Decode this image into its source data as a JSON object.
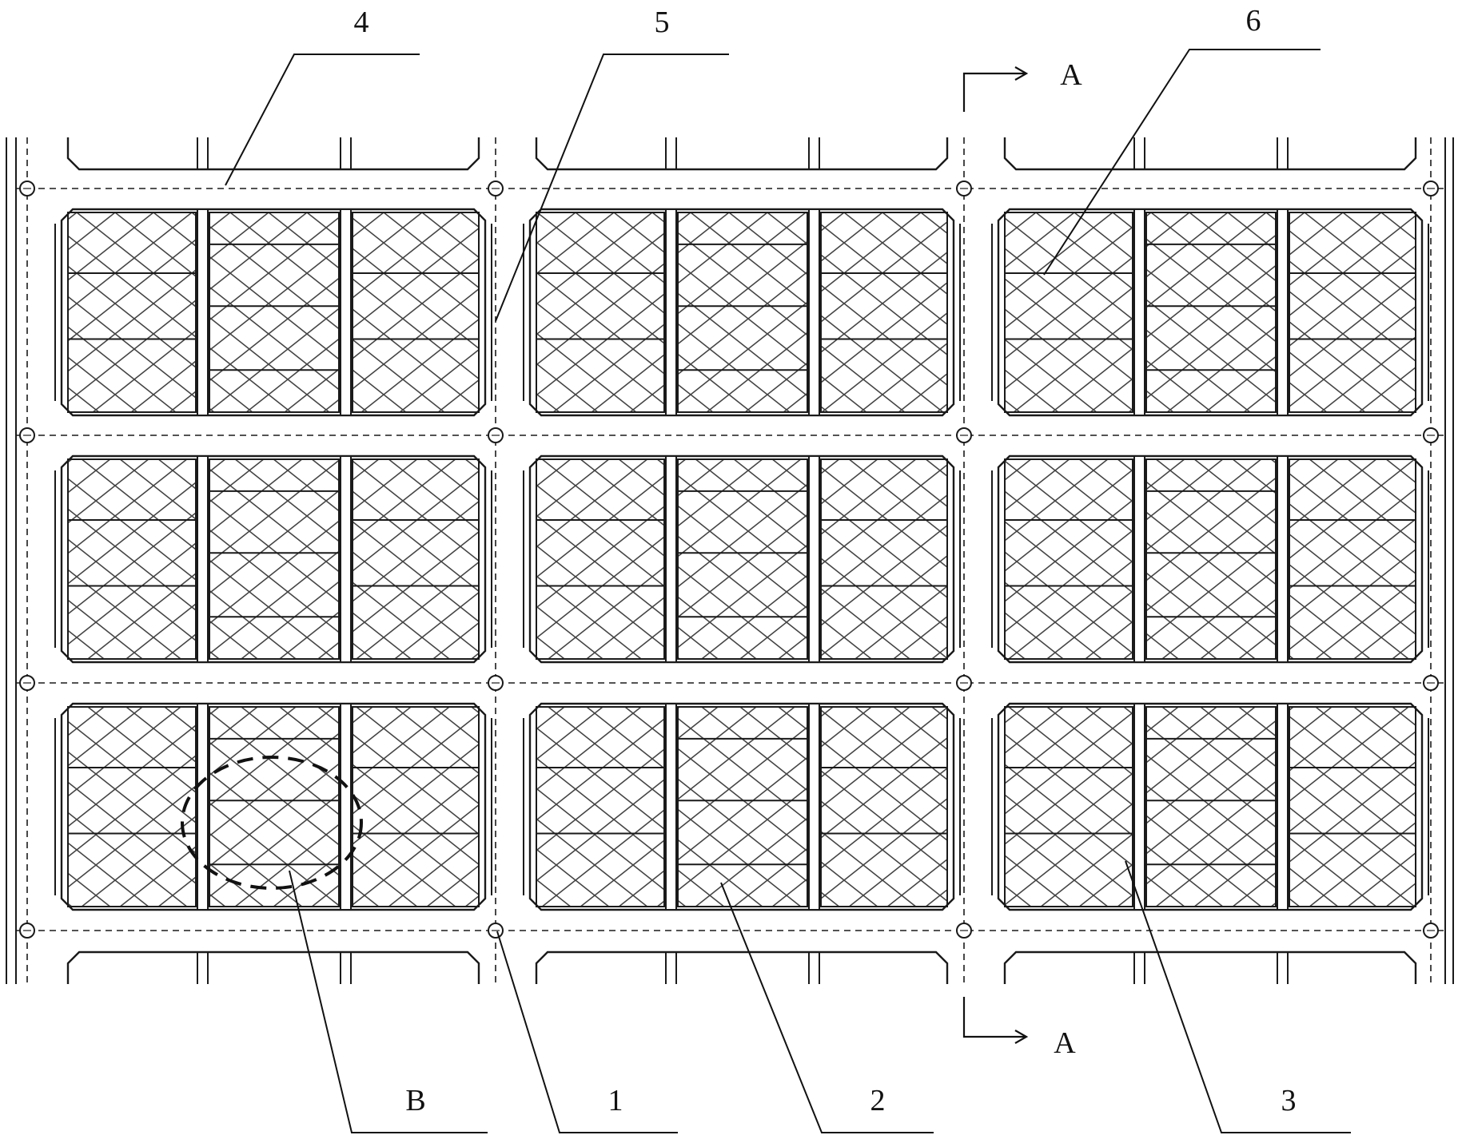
{
  "labels": {
    "l1": "1",
    "l2": "2",
    "l3": "3",
    "l4": "4",
    "l5": "5",
    "l6": "6",
    "lB": "B",
    "section": "A"
  },
  "grid": {
    "rows": 3,
    "cols": 3,
    "strips_per_module": 3
  },
  "colors": {
    "line": "#1a1a1a",
    "hatch": "#444444",
    "paper": "#ffffff"
  }
}
